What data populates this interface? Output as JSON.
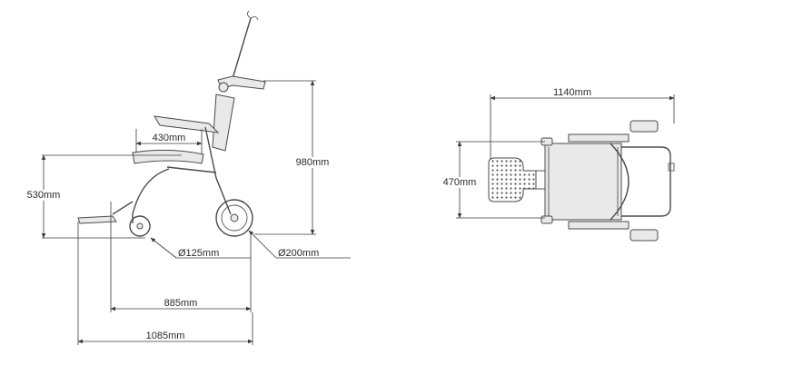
{
  "side_view": {
    "seat_depth": "430mm",
    "seat_height": "530mm",
    "overall_height": "980mm",
    "front_wheel": "Ø125mm",
    "rear_wheel": "Ø200mm",
    "wheelbase": "885mm",
    "overall_length": "1085mm"
  },
  "top_view": {
    "length": "1140mm",
    "width": "470mm"
  }
}
